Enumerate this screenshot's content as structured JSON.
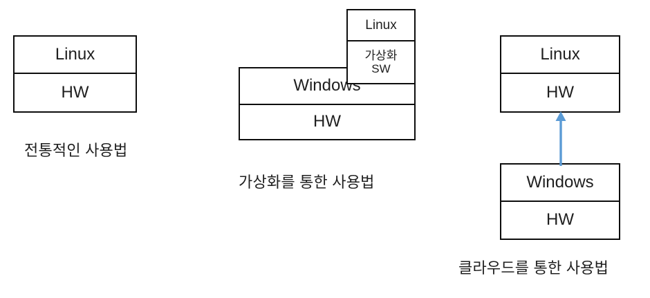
{
  "diagram": {
    "title_text_color": "#1f1f1f",
    "background": "#ffffff",
    "border_color": "#0d0d0d",
    "arrow_color": "#5b9bd5",
    "groups": [
      {
        "id": "traditional",
        "caption": "전통적인 사용법",
        "boxes": [
          {
            "id": "g1-linux",
            "label": "Linux"
          },
          {
            "id": "g1-hw",
            "label": "HW"
          }
        ]
      },
      {
        "id": "virtualization",
        "caption": "가상화를 통한 사용법",
        "boxes": [
          {
            "id": "g2-linux",
            "label": "Linux"
          },
          {
            "id": "g2-vsw",
            "label_line1": "가상화",
            "label_line2": "SW"
          },
          {
            "id": "g2-windows",
            "label": "Windows"
          },
          {
            "id": "g2-hw",
            "label": "HW"
          }
        ]
      },
      {
        "id": "cloud",
        "caption": "클라우드를 통한 사용법",
        "boxes": [
          {
            "id": "g3-linux",
            "label": "Linux"
          },
          {
            "id": "g3-hw",
            "label": "HW"
          },
          {
            "id": "g3-windows",
            "label": "Windows"
          },
          {
            "id": "g3-hw2",
            "label": "HW"
          }
        ],
        "arrow": {
          "name": "upward-arrow",
          "from": "Windows",
          "to": "Linux",
          "direction": "up",
          "color": "#5b9bd5"
        }
      }
    ]
  },
  "g1": {
    "linux": "Linux",
    "hw": "HW",
    "caption": "전통적인 사용법"
  },
  "g2": {
    "linux": "Linux",
    "vsw_line1": "가상화",
    "vsw_line2": "SW",
    "windows": "Windows",
    "hw": "HW",
    "caption": "가상화를 통한 사용법"
  },
  "g3": {
    "linux": "Linux",
    "hw_top": "HW",
    "windows": "Windows",
    "hw_bottom": "HW",
    "caption": "클라우드를 통한 사용법"
  }
}
